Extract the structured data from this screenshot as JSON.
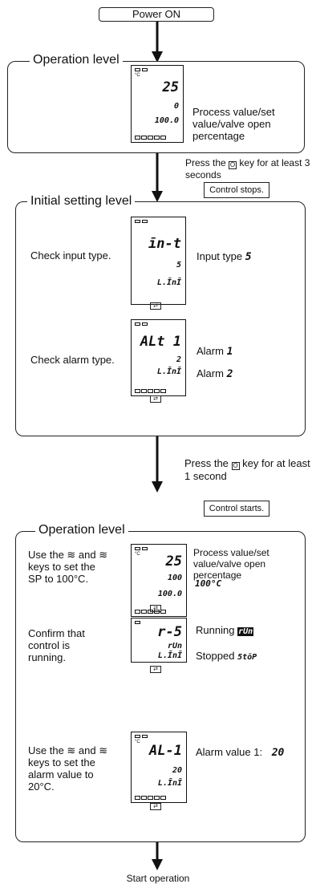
{
  "start": "Power ON",
  "end": "Start operation",
  "operation1": {
    "title": "Operation level",
    "display": {
      "pv": "25",
      "sv": "0",
      "mv": "100.0",
      "unit": "°C"
    },
    "desc": "Process value/set value/valve open percentage"
  },
  "transition1": {
    "press_a": "Press the",
    "key": "O",
    "press_b": "key for at least 3 seconds",
    "box": "Control stops."
  },
  "initial": {
    "title": "Initial setting level",
    "step1": {
      "left": "Check input type.",
      "display": {
        "r1": "īn-t",
        "r2": "5",
        "r3": "L.ĪnĪ"
      },
      "right_a": "Input type",
      "right_val": "5"
    },
    "step2": {
      "left": "Check alarm type.",
      "display": {
        "r1": "ALt 1",
        "r2": "2",
        "r3": "L.ĪnĪ"
      },
      "right_a": "Alarm",
      "right_val_a": "1",
      "right_b": "Alarm",
      "right_val_b": "2"
    }
  },
  "transition2": {
    "press_a": "Press the",
    "key": "O",
    "press_b": "key for at least 1 second",
    "box": "Control starts."
  },
  "operation2": {
    "title": "Operation level",
    "step1": {
      "left": "Use the ≋ and ≋ keys to set the SP to 100°C.",
      "display": {
        "r1": "25",
        "r2": "100",
        "r3": "100.0",
        "unit": "°C"
      },
      "right": "Process value/set value/valve open percentage",
      "right_val": "100°C"
    },
    "step2": {
      "left": "Confirm that control is running.",
      "display": {
        "r1": "r-5",
        "r2": "rUn",
        "r3": "L.ĪnĪ"
      },
      "running": "Running",
      "running_val": "rUn",
      "stopped": "Stopped",
      "stopped_val": "5tōP"
    },
    "step3": {
      "left": "Use the ≋ and ≋ keys to set the alarm value to 20°C.",
      "display": {
        "r1": "AL-1",
        "r2": "20",
        "r3": "L.ĪnĪ",
        "unit": "°C"
      },
      "right": "Alarm value 1:",
      "right_val": "20"
    }
  }
}
